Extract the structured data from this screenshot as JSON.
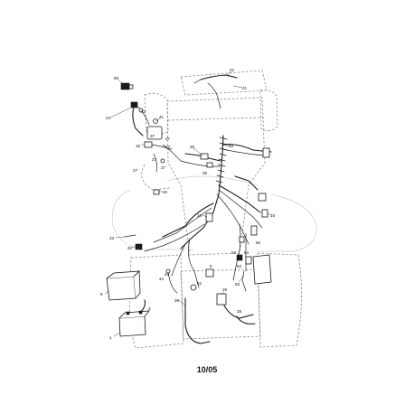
{
  "diagram": {
    "labels": {
      "p90": "90",
      "p22": "22",
      "p21": "21",
      "p24": "24",
      "p42": "42",
      "p41": "41",
      "p16": "16",
      "p37": "37",
      "p27a": "27",
      "p27b": "27",
      "p27c": "27",
      "p27d": "27",
      "p27e": "27",
      "p26": "26",
      "p26b": "26",
      "p48": "48",
      "p20": "20",
      "p34": "34",
      "p15": "15",
      "p23": "23",
      "p40": "40",
      "p55": "55",
      "p54": "54",
      "p53": "53",
      "p52": "52",
      "p46": "46",
      "p5": "5",
      "p6": "6",
      "p3": "3",
      "p1": "1",
      "p39": "39",
      "p28": "28",
      "p29": "29",
      "p63": "63",
      "p44": "44",
      "p64": "64"
    }
  },
  "footer": {
    "code": "10/05"
  }
}
